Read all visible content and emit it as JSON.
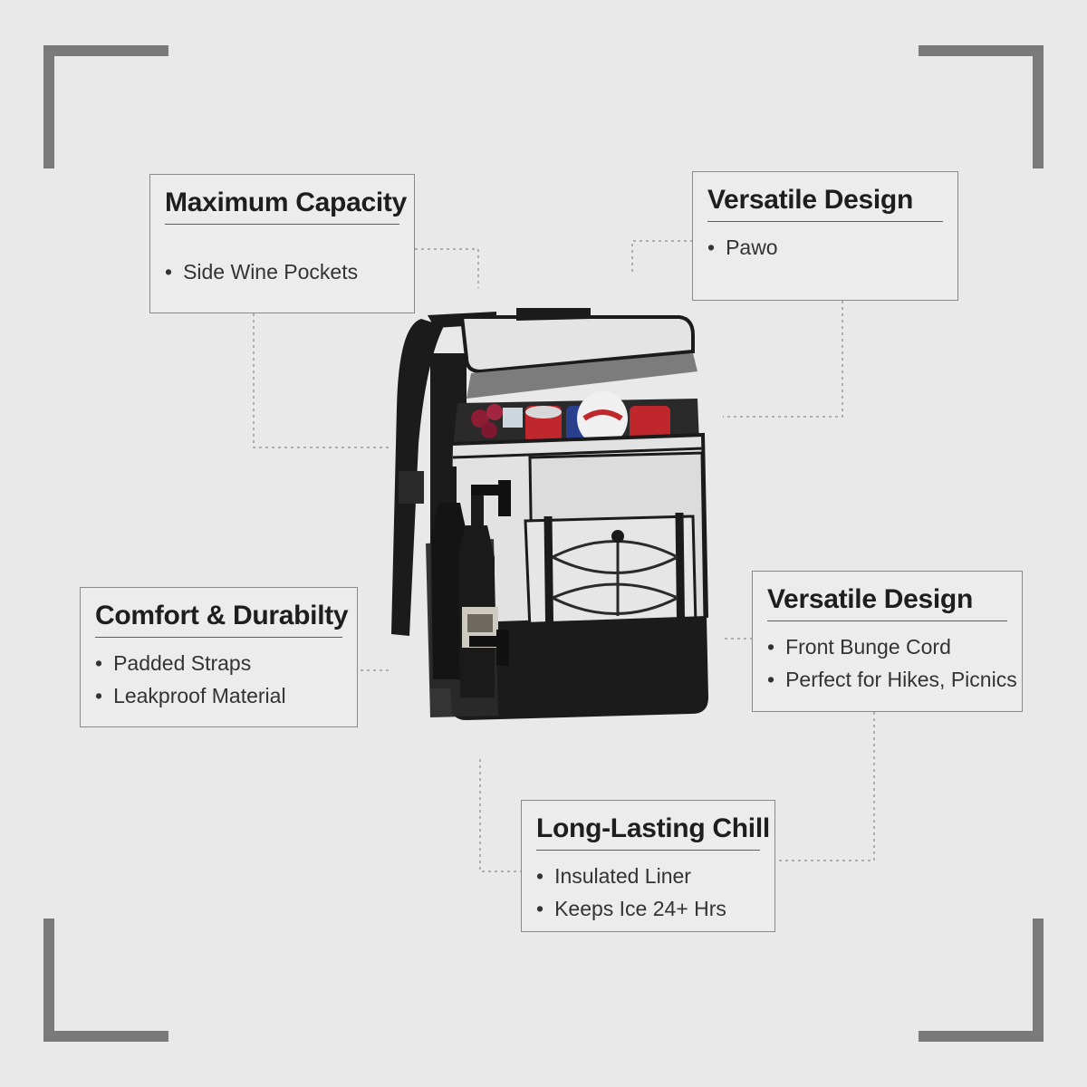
{
  "callouts": {
    "capacity": {
      "title": "Maximum Capacity",
      "bullets": [
        "Side Wine Pockets"
      ]
    },
    "design_top": {
      "title": "Versatile Design",
      "bullets": [
        "Pawo"
      ]
    },
    "comfort": {
      "title": "Comfort & Durabilty",
      "bullets": [
        "Padded Straps",
        "Leakproof Material"
      ]
    },
    "design_right": {
      "title": "Versatile Design",
      "bullets": [
        "Front Bunge Cord",
        "Perfect for Hikes, Picnics"
      ]
    },
    "chill": {
      "title": "Long-Lasting Chill",
      "bullets": [
        "Insulated Liner",
        "Keeps Ice 24+ Hrs"
      ]
    }
  },
  "colors": {
    "background": "#e9e9ea",
    "frame": "#7a7a7a",
    "box_border": "#8a8a8a",
    "bag_body": "#e2e2e2",
    "bag_black": "#1b1b1b",
    "accent_red": "#c0272d"
  }
}
